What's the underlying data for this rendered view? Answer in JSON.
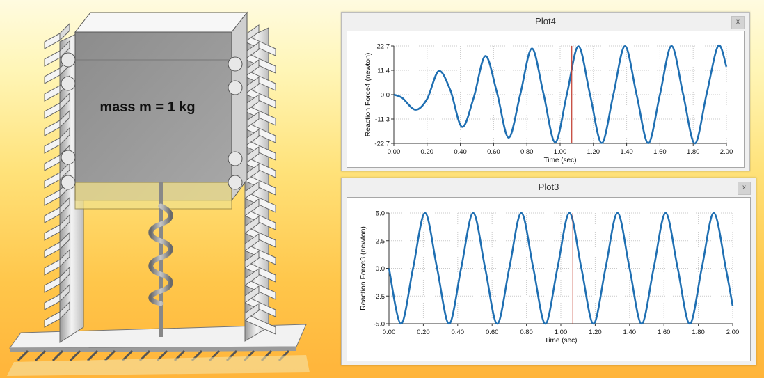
{
  "scene": {
    "mass_label": "mass m = 1 kg"
  },
  "plots": [
    {
      "title": "Plot4",
      "close_label": "x",
      "ylabel": "Reaction Force4 (newton)",
      "xlabel": "Time (sec)",
      "y_ticks": [
        "22.7",
        "11.4",
        "0.0",
        "-11.3",
        "-22.7"
      ],
      "x_ticks": [
        "0.00",
        "0.20",
        "0.40",
        "0.60",
        "0.80",
        "1.00",
        "1.20",
        "1.40",
        "1.60",
        "1.80",
        "2.00"
      ],
      "cursor_time": 1.07,
      "line_color": "#1f6fb2",
      "cursor_color": "#c0392b"
    },
    {
      "title": "Plot3",
      "close_label": "x",
      "ylabel": "Reaction Force3 (newton)",
      "xlabel": "Time (sec)",
      "y_ticks": [
        "5.0",
        "2.5",
        "0.0",
        "-2.5",
        "-5.0"
      ],
      "x_ticks": [
        "0.00",
        "0.20",
        "0.40",
        "0.60",
        "0.80",
        "1.00",
        "1.20",
        "1.40",
        "1.60",
        "1.80",
        "2.00"
      ],
      "cursor_time": 1.07,
      "line_color": "#1f6fb2",
      "cursor_color": "#c0392b"
    }
  ],
  "chart_data": [
    {
      "type": "line",
      "xlabel": "Time (sec)",
      "ylabel": "Reaction Force4 (newton)",
      "xlim": [
        0,
        2.0
      ],
      "ylim": [
        -22.7,
        22.7
      ],
      "grid": true,
      "series": [
        {
          "x": [
            0.0,
            0.05,
            0.13,
            0.2,
            0.27,
            0.34,
            0.41,
            0.48,
            0.55,
            0.62,
            0.69,
            0.76,
            0.83,
            0.9,
            0.97,
            1.04,
            1.11,
            1.18,
            1.25,
            1.32,
            1.39,
            1.46,
            1.53,
            1.6,
            1.67,
            1.74,
            1.81,
            1.88,
            1.95,
            2.0
          ],
          "y": [
            0.0,
            -1.5,
            -7.0,
            -2.0,
            11.0,
            2.0,
            -15.0,
            -1.5,
            18.0,
            1.0,
            -20.0,
            0.0,
            21.5,
            0.5,
            -22.2,
            0.0,
            22.5,
            0.0,
            -22.5,
            0.0,
            22.6,
            0.0,
            -22.6,
            0.0,
            22.7,
            0.0,
            -22.7,
            0.0,
            22.7,
            13.0
          ]
        }
      ]
    },
    {
      "type": "line",
      "xlabel": "Time (sec)",
      "ylabel": "Reaction Force3 (newton)",
      "xlim": [
        0,
        2.0
      ],
      "ylim": [
        -5.0,
        5.0
      ],
      "grid": true,
      "series": [
        {
          "x": [
            0.0,
            0.07,
            0.14,
            0.21,
            0.28,
            0.35,
            0.42,
            0.49,
            0.56,
            0.63,
            0.7,
            0.77,
            0.84,
            0.91,
            0.98,
            1.05,
            1.12,
            1.19,
            1.26,
            1.33,
            1.4,
            1.47,
            1.54,
            1.61,
            1.68,
            1.75,
            1.82,
            1.89,
            1.96,
            2.0
          ],
          "y": [
            0.0,
            -5.0,
            0.0,
            5.0,
            0.0,
            -5.0,
            0.0,
            5.0,
            0.0,
            -5.0,
            0.0,
            5.0,
            0.0,
            -5.0,
            0.0,
            5.0,
            0.0,
            -5.0,
            0.0,
            5.0,
            0.0,
            -5.0,
            0.0,
            5.0,
            0.0,
            -5.0,
            0.0,
            5.0,
            0.0,
            -3.4
          ]
        }
      ]
    }
  ]
}
